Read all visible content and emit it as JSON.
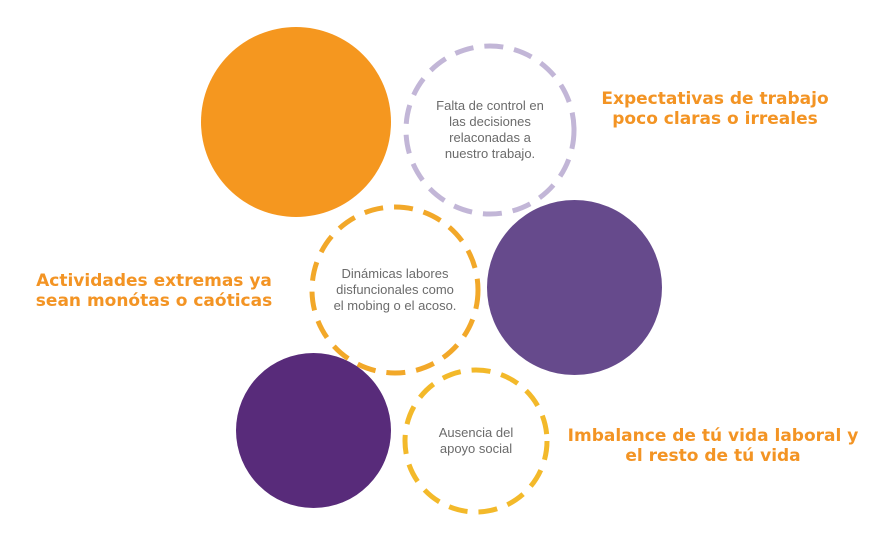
{
  "colors": {
    "orange": "#f5971f",
    "purple_light": "#664a8c",
    "purple_dark": "#582b7a",
    "lavender_dash": "#c2b6d7",
    "orange_dash": "#f2a829",
    "yellow_dash": "#f3b92a",
    "label_orange": "#f39424",
    "ring_text": "#6b6b6b"
  },
  "circles": {
    "top_ring_text": "Falta de control en las decisiones relaconadas a nuestro trabajo.",
    "middle_ring_text": "Dinámicas labores disfuncionales como el mobing o el acoso.",
    "bottom_ring_text": "Ausencia del apoyo social"
  },
  "labels": {
    "top_right": "Expectativas de trabajo poco claras o irreales",
    "middle_left": "Actividades extremas ya sean monótas o caóticas",
    "bottom_right": "Imbalance de tú vida laboral y el resto de tú vida"
  }
}
